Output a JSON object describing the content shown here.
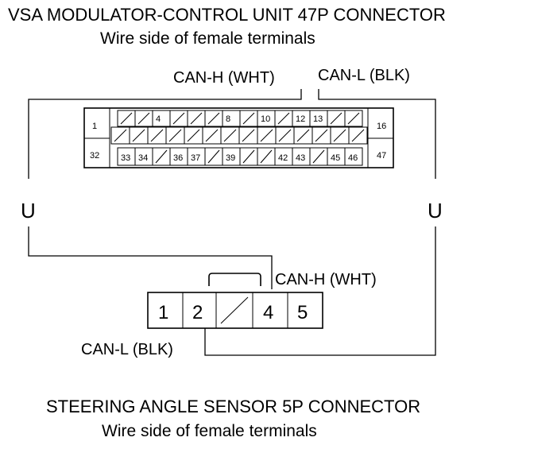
{
  "top_connector": {
    "title": "VSA MODULATOR-CONTROL UNIT 47P CONNECTOR",
    "subtitle": "Wire side of female terminals",
    "can_h_label": "CAN-H (WHT)",
    "can_l_label": "CAN-L (BLK)",
    "side_pins": {
      "top_left": "1",
      "bottom_left": "32",
      "top_right": "16",
      "bottom_right": "47"
    },
    "row1_labels": [
      "",
      "",
      "4",
      "",
      "",
      "",
      "8",
      "",
      "10",
      "",
      "12",
      "13",
      "",
      ""
    ],
    "row3_labels": [
      "33",
      "34",
      "",
      "36",
      "37",
      "",
      "39",
      "",
      "",
      "42",
      "43",
      "",
      "45",
      "46"
    ]
  },
  "bottom_connector": {
    "title": "STEERING ANGLE SENSOR 5P CONNECTOR",
    "subtitle": "Wire side of female terminals",
    "can_h_label": "CAN-H (WHT)",
    "can_l_label": "CAN-L (BLK)",
    "pins": [
      "1",
      "2",
      "",
      "4",
      "5"
    ]
  },
  "symbols": {
    "left_break": "U",
    "right_break": "U"
  }
}
